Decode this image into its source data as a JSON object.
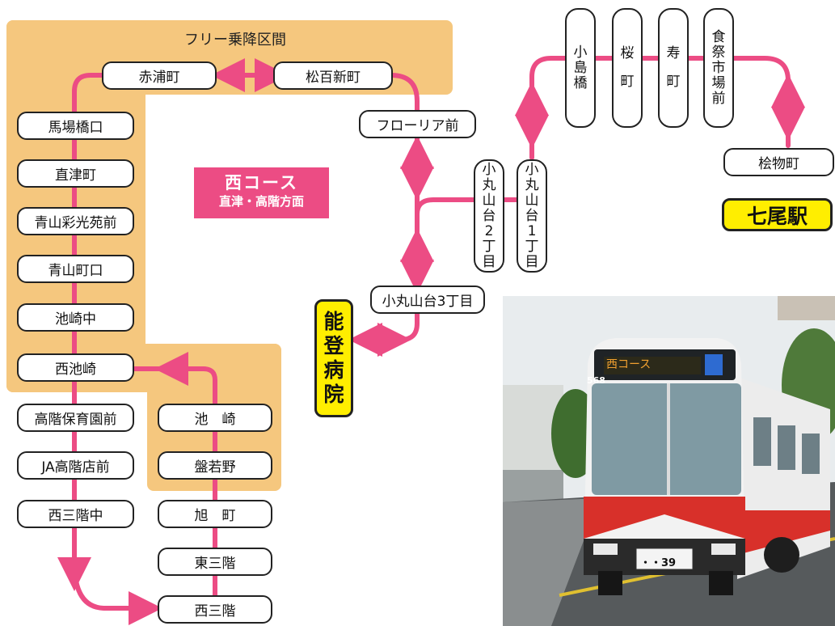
{
  "zone": {
    "label": "フリー乗降区間",
    "color": "#f5c77e"
  },
  "route_color": "#ec4c84",
  "course": {
    "title": "西コース",
    "subtitle": "直津・高階方面"
  },
  "stops": {
    "akauracho": "赤浦町",
    "matsuhyakushinmachi": "松百新町",
    "floria_mae": "フローリア前",
    "babahashiguchi": "馬場橋口",
    "naotsumachi": "直津町",
    "aoyama_saikoen_mae": "青山彩光苑前",
    "aoyamachoguchi": "青山町口",
    "ikezakinaka": "池崎中",
    "nishiikezaki": "西池崎",
    "takashina_hoikuen_mae": "高階保育園前",
    "ja_takashina_mae": "JA高階店前",
    "nishisangainaka": "西三階中",
    "ikezaki": "池　崎",
    "banjano": "盤若野",
    "asahimachi": "旭　町",
    "higashisangai": "東三階",
    "nishisangai": "西三階",
    "komaruyama3": "小丸山台3丁目",
    "komaruyama2": [
      "小",
      "丸",
      "山",
      "台",
      "2",
      "丁",
      "目"
    ],
    "komaruyama1": [
      "小",
      "丸",
      "山",
      "台",
      "1",
      "丁",
      "目"
    ],
    "kojimahashi": [
      "小",
      "島",
      "橋"
    ],
    "sakuramachi": [
      "桜",
      "町"
    ],
    "kotobukimachi": [
      "寿",
      "町"
    ],
    "shokusai_ichiba_mae": [
      "食",
      "祭",
      "市",
      "場",
      "前"
    ],
    "kaimonocho": "桧物町"
  },
  "terminals": {
    "nanao_station": "七尾駅",
    "noto_hospital": [
      "能",
      "登",
      "病",
      "院"
    ]
  },
  "photo": {
    "bus_number": "568",
    "plate": "・・39",
    "sign": "西コース"
  }
}
